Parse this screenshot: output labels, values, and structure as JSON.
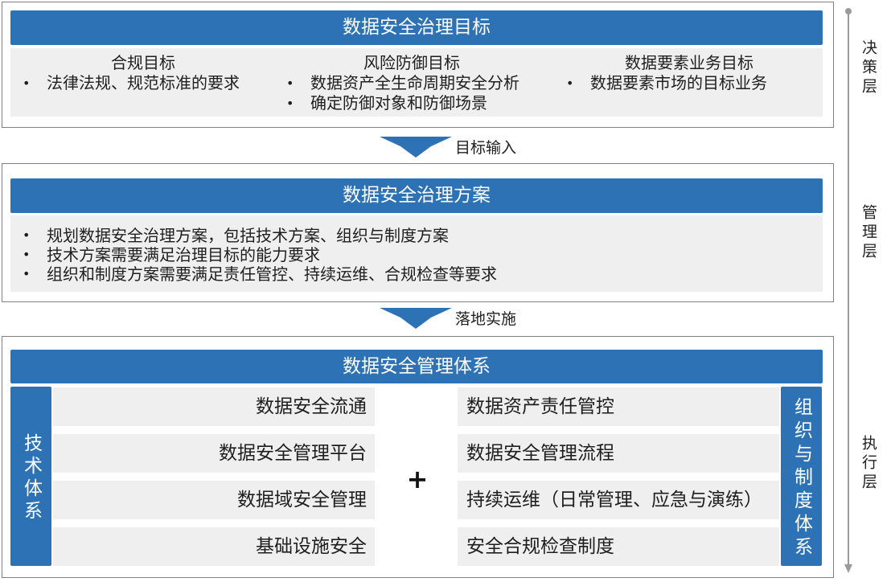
{
  "colors": {
    "accent": "#2e72b6",
    "panel_fill": "#efefef",
    "frame_border": "#808080",
    "axis": "#9a9a9a"
  },
  "icons": {
    "flow_arrow": "down-arrow-icon",
    "axis_end": "arrowhead-down-icon"
  },
  "decision": {
    "header": "数据安全治理目标",
    "columns": [
      {
        "title": "合规目标",
        "bullets": [
          "法律法规、规范标准的要求"
        ]
      },
      {
        "title": "风险防御目标",
        "bullets": [
          "数据资产全生命周期安全分析",
          "确定防御对象和防御场景"
        ]
      },
      {
        "title": "数据要素业务目标",
        "bullets": [
          "数据要素市场的目标业务"
        ]
      }
    ]
  },
  "flow_1": {
    "label": "目标输入"
  },
  "management": {
    "header": "数据安全治理方案",
    "bullets": [
      "规划数据安全治理方案，包括技术方案、组织与制度方案",
      "技术方案需要满足治理目标的能力要求",
      "组织和制度方案需要满足责任管控、持续运维、合规检查等要求"
    ]
  },
  "flow_2": {
    "label": "落地实施"
  },
  "execution": {
    "header": "数据安全管理体系",
    "tech_system": {
      "label": "技术体系",
      "items": [
        "数据安全流通",
        "数据安全管理平台",
        "数据域安全管理",
        "基础设施安全"
      ]
    },
    "connector": "+",
    "org_system": {
      "label": "组织与制度体系",
      "items": [
        "数据资产责任管控",
        "数据安全管理流程",
        "持续运维（日常管理、应急与演练）",
        "安全合规检查制度"
      ]
    }
  },
  "layers": [
    "决策层",
    "管理层",
    "执行层"
  ]
}
